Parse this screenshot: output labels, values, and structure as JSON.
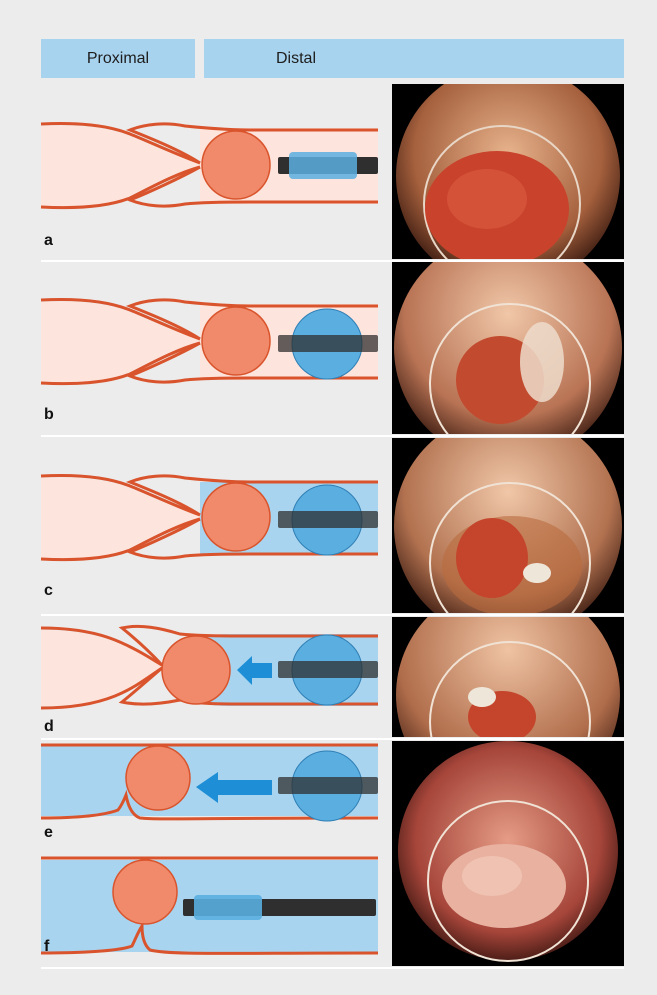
{
  "headers": {
    "proximal": "Proximal",
    "distal": "Distal"
  },
  "panels": [
    {
      "label": "a"
    },
    {
      "label": "b"
    },
    {
      "label": "c"
    },
    {
      "label": "d"
    },
    {
      "label": "e"
    },
    {
      "label": "f"
    }
  ],
  "colors": {
    "background": "#ececec",
    "header": "#a8d3ee",
    "lumen_pink": "#fde4dc",
    "lumen_blue": "#a9d4ef",
    "wall": "#d9542c",
    "polyp": "#f08a6a",
    "balloon": "#5aaee0",
    "catheter": "#2f2f2f",
    "arrow": "#1e8fd6"
  },
  "icons": [
    "push-arrow-icon"
  ]
}
